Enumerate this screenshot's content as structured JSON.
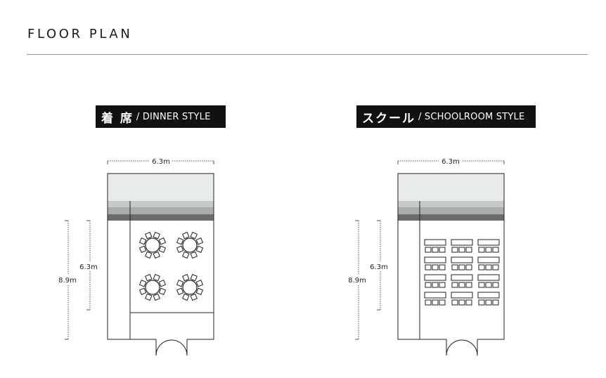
{
  "page": {
    "title": "FLOOR PLAN"
  },
  "plans": {
    "dinner": {
      "label_jp": "着 席",
      "label_en": "/ DINNER STYLE",
      "width_label": "6.3m",
      "inner_height_label": "6.3m",
      "total_height_label": "8.9m",
      "round_tables": 4
    },
    "school": {
      "label_jp": "スクール",
      "label_en": "/ SCHOOLROOM STYLE",
      "width_label": "6.3m",
      "inner_height_label": "6.3m",
      "total_height_label": "8.9m",
      "desk_rows": 4,
      "desk_columns": 3
    }
  },
  "colors": {
    "wall": "#222222",
    "band_light": "#e9ebea",
    "band_1": "#c7c8c8",
    "band_2": "#aaacac",
    "band_dark": "#6a6b6b"
  }
}
